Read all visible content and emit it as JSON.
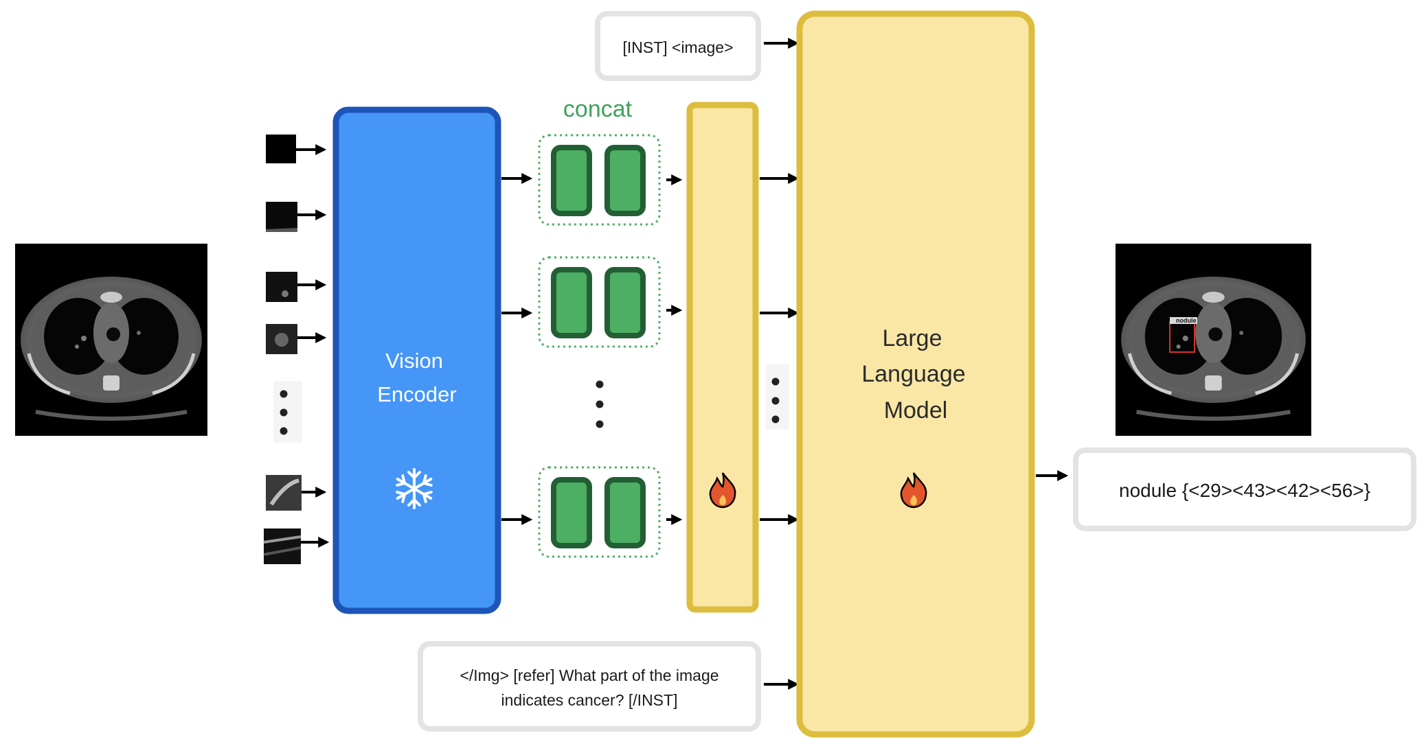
{
  "prompt_top": {
    "text": "[INST] <image>"
  },
  "prompt_bottom": {
    "line1": "</Img> [refer] What part of the image",
    "line2": "indicates cancer? [/INST]"
  },
  "concat_label": "concat",
  "vision_encoder": {
    "line1": "Vision",
    "line2": "Encoder",
    "icon": "snowflake-icon"
  },
  "projector": {
    "icon": "flame-icon"
  },
  "llm": {
    "line1": "Large",
    "line2": "Language",
    "line3": "Model",
    "icon": "flame-icon"
  },
  "output": {
    "text": "nodule {<29><43><42><56>}",
    "box_label": "nodule"
  },
  "colors": {
    "encoder_fill": "#4596f6",
    "encoder_border": "#1d56b8",
    "llm_fill": "#fae7a6",
    "llm_border": "#dcbd3d",
    "token_fill": "#4caf63",
    "token_border": "#235f35",
    "concat_text": "#3ca35a",
    "box_border": "#e3e3e3"
  }
}
